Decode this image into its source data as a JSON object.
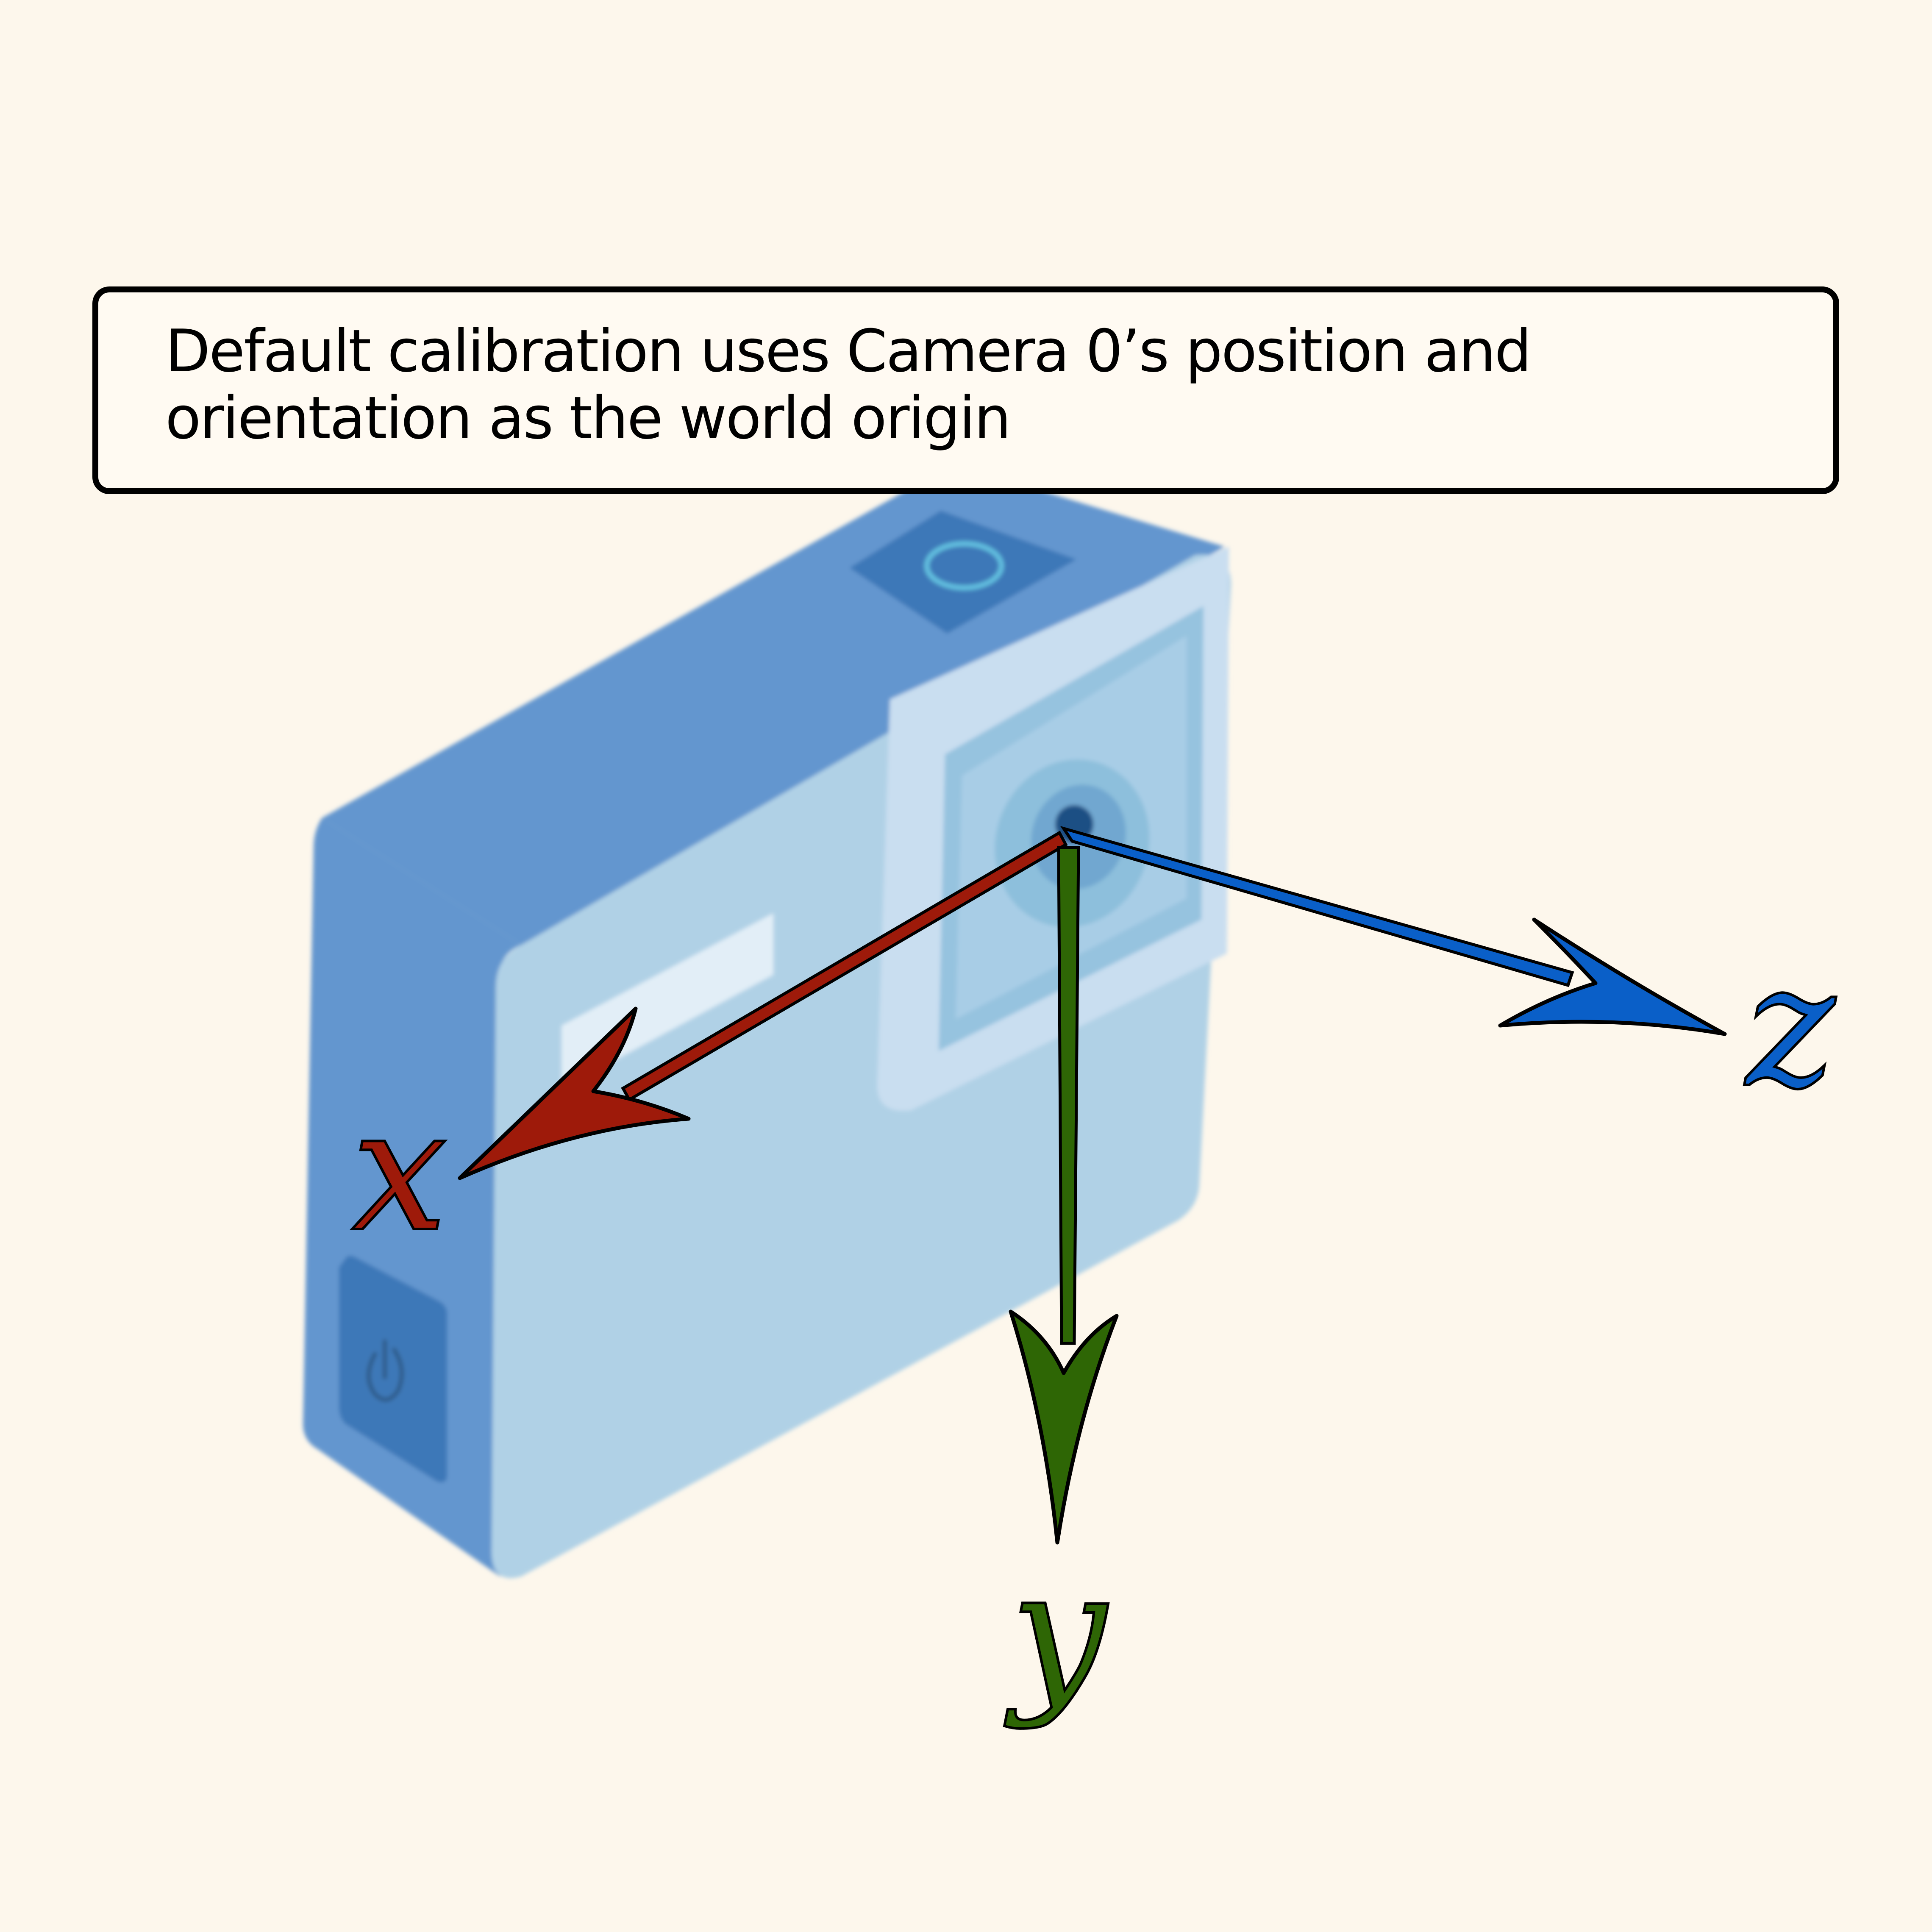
{
  "caption": {
    "line1": "Default calibration uses Camera 0’s position and",
    "line2": "orientation as the world origin"
  },
  "axes": {
    "x": {
      "label": "x",
      "color": "#9e1a0a"
    },
    "y": {
      "label": "y",
      "color": "#2e6605"
    },
    "z": {
      "label": "z",
      "color": "#0a5fc8"
    }
  },
  "camera": {
    "body_color": "#6496cf",
    "front_color": "#b0d1e6",
    "button_color": "#3e78b8",
    "button_icons": [
      "power-icon",
      "circle-icon"
    ]
  },
  "background_color": "#fdf7ec"
}
